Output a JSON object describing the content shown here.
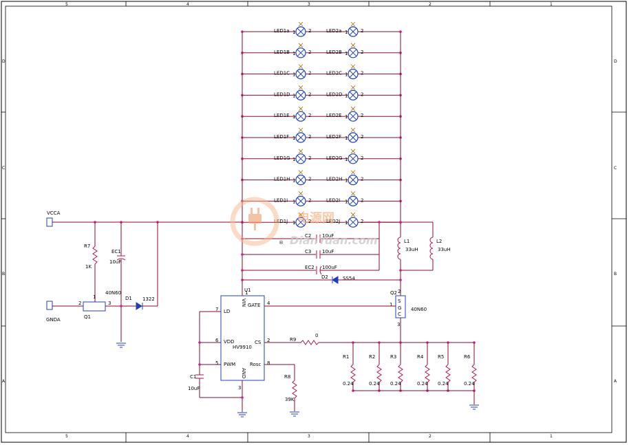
{
  "zones": {
    "top": [
      "5",
      "4",
      "3",
      "2",
      "1"
    ],
    "side": [
      "D",
      "C",
      "B",
      "A"
    ]
  },
  "ports": {
    "vcca": "VCCA",
    "gnda": "GNDA"
  },
  "leds": [
    {
      "left": "LED1a",
      "left_pin": "1",
      "left_pin2": "2",
      "right": "LED2a",
      "right_pin": "1",
      "right_pin2": "2"
    },
    {
      "left": "LED1B",
      "left_pin": "1",
      "left_pin2": "2",
      "right": "LED2B",
      "right_pin": "1",
      "right_pin2": "2"
    },
    {
      "left": "LED1C",
      "left_pin": "1",
      "left_pin2": "2",
      "right": "LED2C",
      "right_pin": "1",
      "right_pin2": "2"
    },
    {
      "left": "LED1D",
      "left_pin": "1",
      "left_pin2": "2",
      "right": "LED2D",
      "right_pin": "1",
      "right_pin2": "2"
    },
    {
      "left": "LED1E",
      "left_pin": "1",
      "left_pin2": "2",
      "right": "LED2E",
      "right_pin": "1",
      "right_pin2": "2"
    },
    {
      "left": "LED1F",
      "left_pin": "1",
      "left_pin2": "2",
      "right": "LED2F",
      "right_pin": "1",
      "right_pin2": "2"
    },
    {
      "left": "LED1G",
      "left_pin": "1",
      "left_pin2": "2",
      "right": "LED2G",
      "right_pin": "1",
      "right_pin2": "2"
    },
    {
      "left": "LED1H",
      "left_pin": "1",
      "left_pin2": "2",
      "right": "LED2H",
      "right_pin": "1",
      "right_pin2": "2"
    },
    {
      "left": "LED1I",
      "left_pin": "1",
      "left_pin2": "2",
      "right": "LED2I",
      "right_pin": "1",
      "right_pin2": "2"
    },
    {
      "left": "LED1J",
      "left_pin": "1",
      "left_pin2": "2",
      "right": "LED2J",
      "right_pin": "1",
      "right_pin2": "2"
    }
  ],
  "parts": {
    "r7": {
      "ref": "R7",
      "value": "1K"
    },
    "ec1": {
      "ref": "EC1",
      "value": "10uF"
    },
    "q1": {
      "ref": "Q1",
      "value": "40N60",
      "pin1": "1",
      "pin2": "2",
      "pin3": "3"
    },
    "d1": {
      "ref": "D1",
      "value": "1322"
    },
    "c2": {
      "ref": "C2",
      "value": "10uF"
    },
    "c3": {
      "ref": "C3",
      "value": "10uF"
    },
    "ec2": {
      "ref": "EC2",
      "value": "100uF"
    },
    "d2": {
      "ref": "D2",
      "value": "SS54"
    },
    "l1": {
      "ref": "L1",
      "value": "33uH"
    },
    "l2": {
      "ref": "L2",
      "value": "33uH"
    },
    "q2": {
      "ref": "Q2",
      "value": "40N60",
      "pin1": "1",
      "pin2": "2",
      "pin3": "3",
      "g": "G",
      "s": "S",
      "c": "C"
    },
    "u1": {
      "ref": "U1",
      "value": "HV9910",
      "vin": "VIN",
      "gate": "GATE",
      "ld": "LD",
      "vdd": "VDD",
      "cs": "CS",
      "pwm": "PWM",
      "rosc": "Rosc",
      "gnd": "AND",
      "p1": "1",
      "p2": "2",
      "p3": "3",
      "p4": "4",
      "p5": "5",
      "p6": "6",
      "p7": "7",
      "p8": "8"
    },
    "c1": {
      "ref": "C1",
      "value": "10uF"
    },
    "r8": {
      "ref": "R8",
      "value": "39K"
    },
    "r9": {
      "ref": "R9",
      "value": "0"
    },
    "rs": [
      {
        "ref": "R1",
        "value": "0.24"
      },
      {
        "ref": "R2",
        "value": "0.24"
      },
      {
        "ref": "R3",
        "value": "0.24"
      },
      {
        "ref": "R4",
        "value": "0.24"
      },
      {
        "ref": "R5",
        "value": "0.24"
      },
      {
        "ref": "R6",
        "value": "0.24"
      }
    ]
  },
  "watermark": {
    "cn": "电源网",
    "en": "DianYuan.com",
    "reg": "®"
  }
}
